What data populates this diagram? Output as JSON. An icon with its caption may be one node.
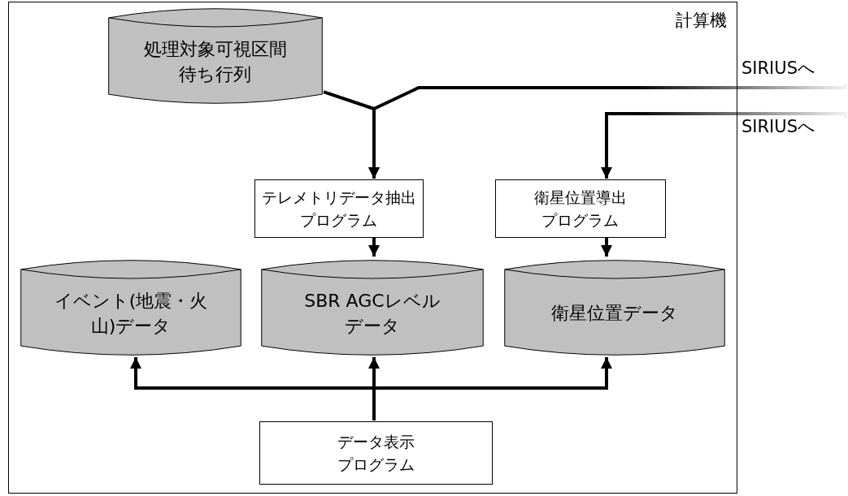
{
  "diagram": {
    "nodes": [
      {
        "text": [
          "計算機"
        ]
      },
      {
        "text": [
          "処理対象可視区間待ち行列"
        ],
        "in": 0
      },
      {
        "text": [
          "テレメトリデータ抽出プログラム"
        ],
        "in": 0
      },
      {
        "text": [
          "衛星位置導出プログラム"
        ],
        "in": 0
      },
      {
        "text": [
          "イベント(地震・火山)データ"
        ],
        "in": 0
      },
      {
        "text": [
          "SBR AGCレベルデータ"
        ],
        "in": 0
      },
      {
        "text": [
          "衛星位置データ"
        ],
        "in": 0
      },
      {
        "text": [
          "データ表示プログラム"
        ],
        "in": 0
      },
      {
        "text": [
          "SIRIUSへ"
        ]
      },
      {
        "text": [
          "SIRIUSへ"
        ]
      }
    ],
    "edges": [
      {
        "from": 1,
        "to": 2,
        "arrow": "to"
      },
      {
        "from": 8,
        "to": 2,
        "arrow": "to"
      },
      {
        "from": 9,
        "to": 3,
        "arrow": "to"
      },
      {
        "from": 2,
        "to": 5,
        "arrow": "to"
      },
      {
        "from": 3,
        "to": 6,
        "arrow": "to"
      },
      {
        "from": 7,
        "to": 4,
        "arrow": "to"
      },
      {
        "from": 7,
        "to": 5,
        "arrow": "to"
      },
      {
        "from": 7,
        "to": 6,
        "arrow": "to"
      }
    ]
  }
}
